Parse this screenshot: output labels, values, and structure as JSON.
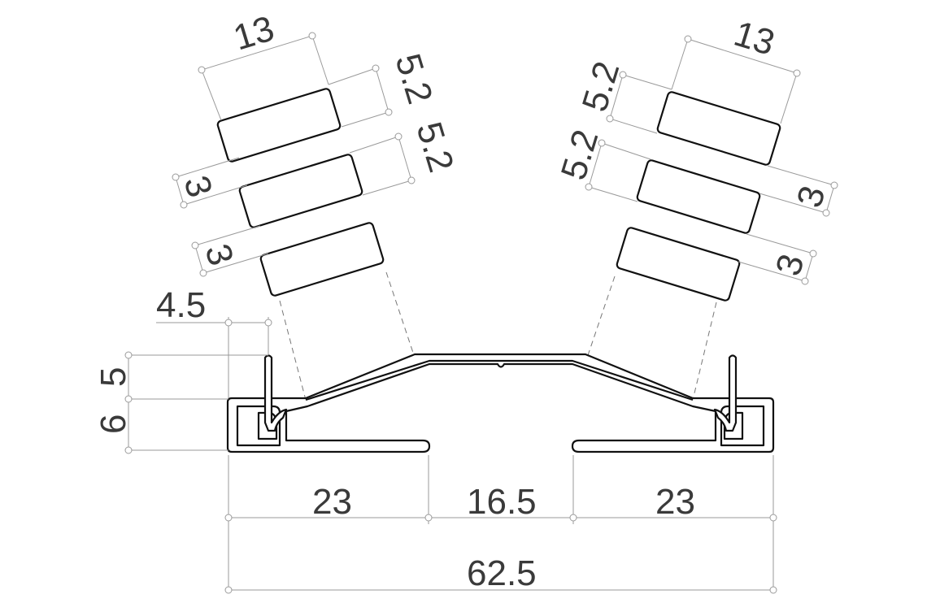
{
  "labels": {
    "top_left_width": "13",
    "top_right_width": "13",
    "left_module_1_height": "5.2",
    "left_module_2_height": "5.2",
    "left_gap_1": "3",
    "left_gap_2": "3",
    "right_module_1_height": "5.2",
    "right_module_2_height": "5.2",
    "right_gap_1": "3",
    "right_gap_2": "3",
    "flange_width": "4.5",
    "upper_height": "5",
    "lower_height": "6",
    "left_segment": "23",
    "middle_segment": "16.5",
    "right_segment": "23",
    "total_width": "62.5"
  }
}
